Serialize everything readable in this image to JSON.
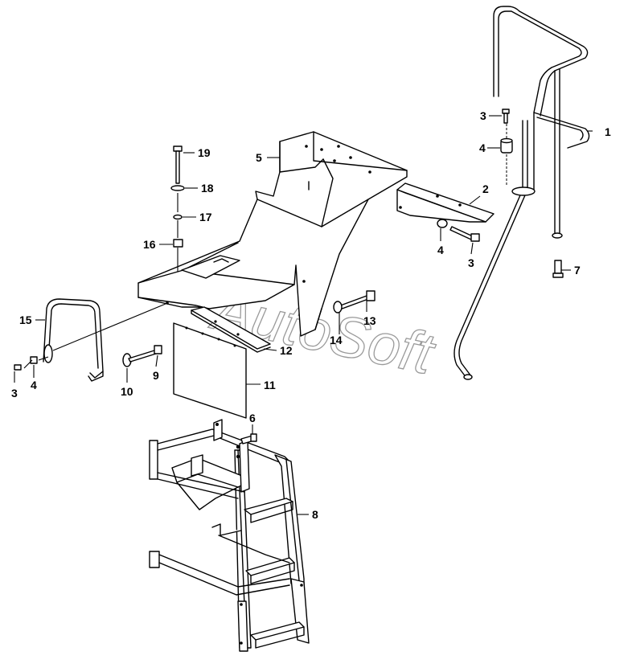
{
  "watermark": "AutoSoft",
  "callouts": {
    "c1": "1",
    "c2": "2",
    "c3a": "3",
    "c3b": "3",
    "c3c": "3",
    "c4a": "4",
    "c4b": "4",
    "c4c": "4",
    "c5": "5",
    "c6": "6",
    "c7": "7",
    "c8": "8",
    "c9": "9",
    "c10": "10",
    "c11": "11",
    "c12": "12",
    "c13": "13",
    "c14": "14",
    "c15": "15",
    "c16": "16",
    "c17": "17",
    "c18": "18",
    "c19": "19"
  }
}
